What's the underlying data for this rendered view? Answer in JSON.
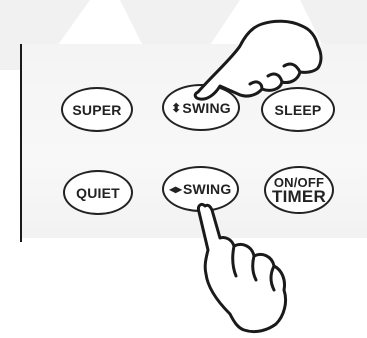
{
  "buttons": {
    "super": {
      "label": "SUPER"
    },
    "swing_vertical": {
      "arrow": "⬍",
      "label": "SWING",
      "icon": "vertical-arrows-icon"
    },
    "sleep": {
      "label": "SLEEP"
    },
    "quiet": {
      "label": "QUIET"
    },
    "swing_horizontal": {
      "arrow": "◂▸",
      "label": "SWING",
      "icon": "horizontal-arrows-icon"
    },
    "timer": {
      "line1": "ON/OFF",
      "line2": "TIMER"
    }
  },
  "icons": [
    "pointing-hand-icon",
    "pointing-hand-icon"
  ],
  "colors": {
    "outline": "#222222",
    "panel": "#f4f4f4",
    "background": "#ffffff"
  }
}
